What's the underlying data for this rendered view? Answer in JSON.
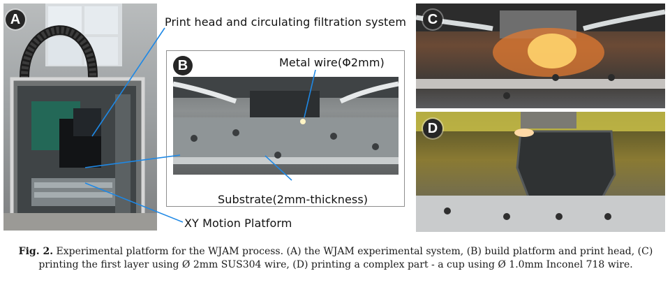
{
  "figure": {
    "panels": {
      "a": {
        "label": "A"
      },
      "b": {
        "label": "B"
      },
      "c": {
        "label": "C"
      },
      "d": {
        "label": "D"
      }
    },
    "callouts": {
      "print_head": "Print head and circulating filtration system",
      "metal_wire": "Metal wire(Φ2mm)",
      "substrate": "Substrate(2mm-thickness)",
      "xy_platform": "XY Motion Platform"
    },
    "callout_line_color": "#1e88e5"
  },
  "caption": {
    "lead": "Fig. 2.",
    "text": "Experimental platform for the WJAM process. (A) the WJAM experimental system, (B) build platform and print head, (C) printing the first layer using Ø 2mm SUS304 wire, (D) printing a complex part - a cup using Ø 1.0mm Inconel 718 wire."
  }
}
